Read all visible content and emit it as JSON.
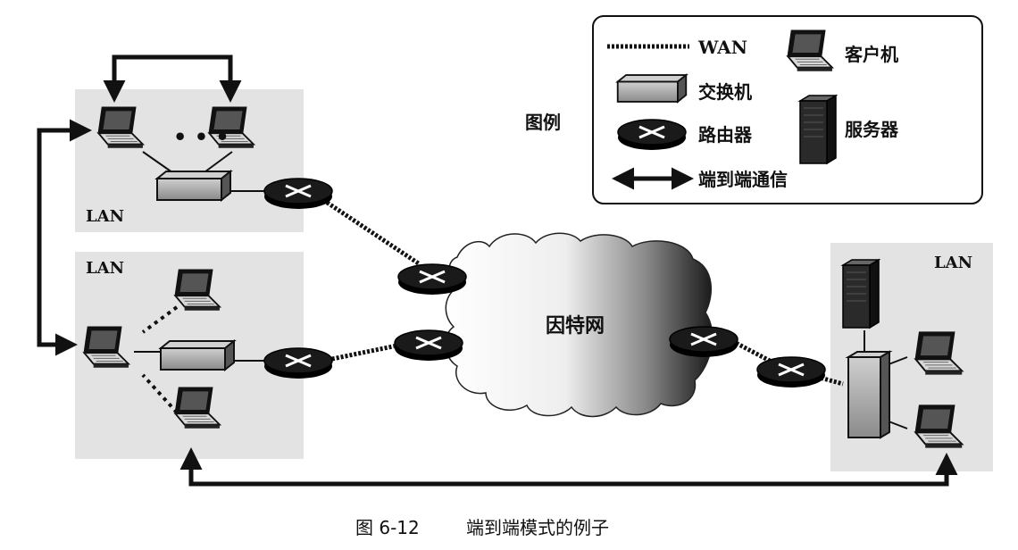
{
  "diagram": {
    "lan_label_1": "LAN",
    "lan_label_2": "LAN",
    "lan_label_3": "LAN",
    "internet_label": "因特网",
    "ellipsis": "• • •"
  },
  "legend": {
    "title": "图例",
    "wan": "WAN",
    "switch": "交换机",
    "router": "路由器",
    "client": "客户机",
    "server": "服务器",
    "e2e": "端到端通信"
  },
  "caption": {
    "number": "图 6-12",
    "text": "端到端模式的例子"
  },
  "colors": {
    "lan_bg": "#e3e3e3",
    "device_dark": "#1a1a1a",
    "switch_fill": "#9c9c9c",
    "server_fill": "#2a2a2a"
  },
  "icons": [
    "laptop-icon",
    "switch-icon",
    "router-icon",
    "server-icon",
    "cloud-icon",
    "double-arrow-icon"
  ]
}
